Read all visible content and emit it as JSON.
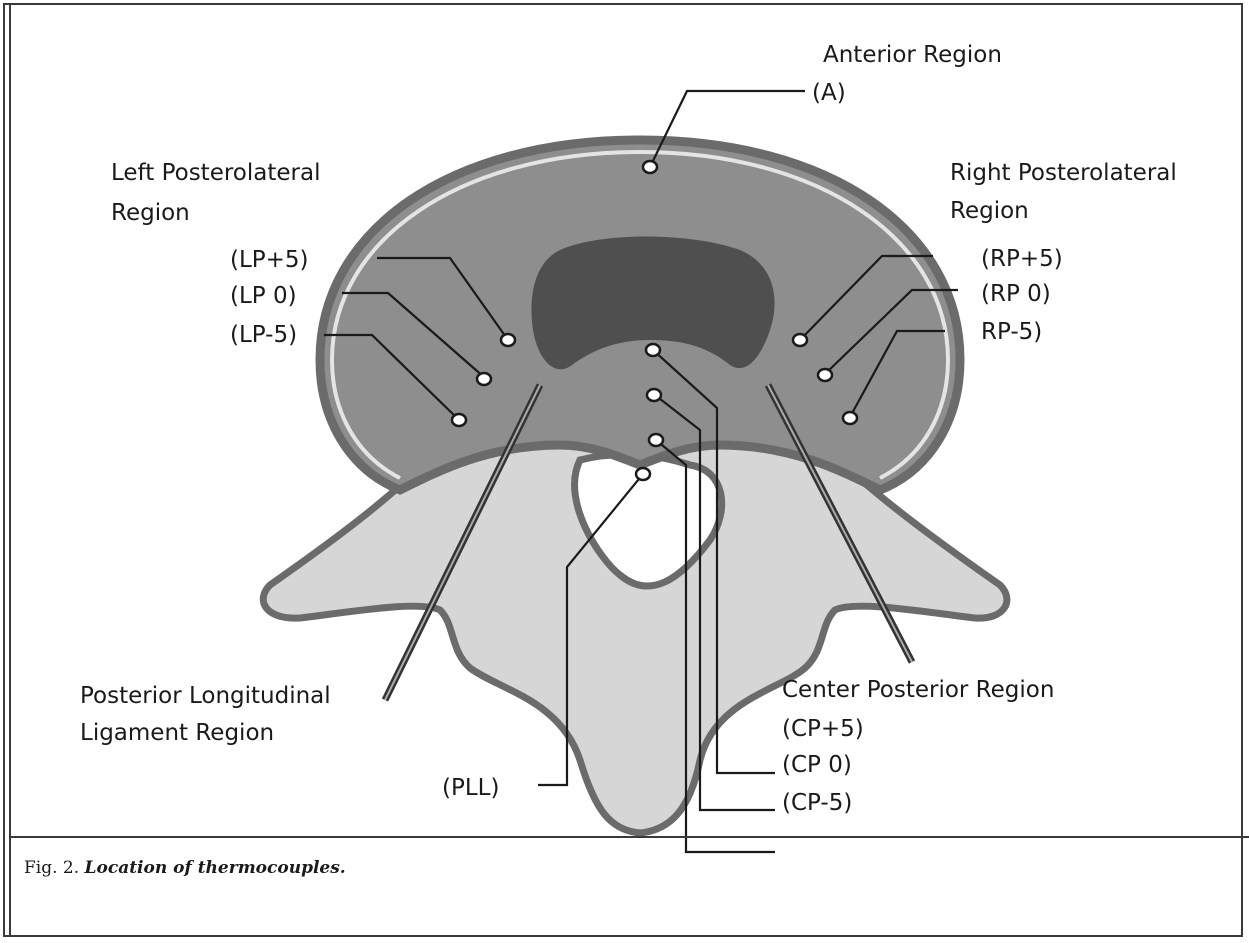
{
  "labels": {
    "anterior_title": "Anterior Region",
    "anterior_code": "(A)",
    "left_title_1": "Left Posterolateral",
    "left_title_2": "Region",
    "lp_plus5": "(LP+5)",
    "lp_0": "(LP 0)",
    "lp_minus5": "(LP-5)",
    "right_title_1": "Right Posterolateral",
    "right_title_2": "Region",
    "rp_plus5": "(RP+5)",
    "rp_0": "(RP 0)",
    "rp_minus5": "RP-5)",
    "pll_title_1": "Posterior Longitudinal",
    "pll_title_2": "Ligament Region",
    "pll_code": "(PLL)",
    "center_title": "Center Posterior Region",
    "cp_plus5": "(CP+5)",
    "cp_0": "(CP 0)",
    "cp_minus5": "(CP-5)"
  },
  "caption": {
    "prefix": "Fig. 2. ",
    "text": "Location of thermocouples."
  },
  "colors": {
    "outline": "#6b6b6b",
    "annulus": "#8e8e8e",
    "nucleus": "#4f4f4f",
    "bone": "#d6d6d6",
    "rim": "#e4e4e4"
  }
}
